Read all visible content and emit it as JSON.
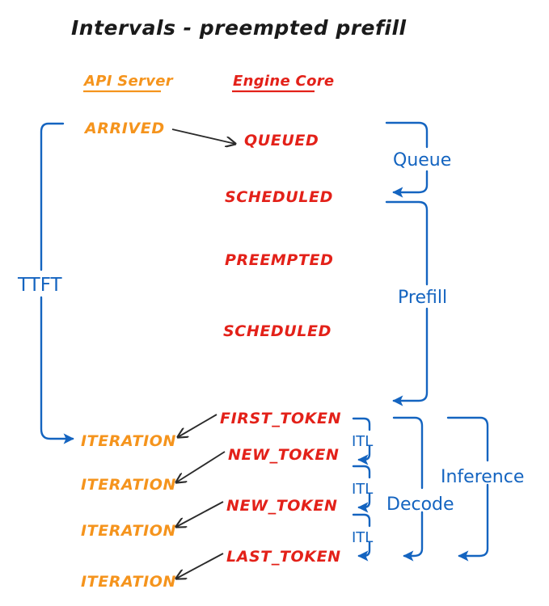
{
  "page": {
    "title": "Intervals - preempted prefill",
    "background": "#ffffff"
  },
  "colors": {
    "title": "#1a1a1a",
    "api_server": "#F5941D",
    "engine_core": "#E32119",
    "metric_blue": "#1464C0",
    "arrow_black": "#2b2b2b"
  },
  "columns": [
    {
      "label": "API Server",
      "color": "#F5941D"
    },
    {
      "label": "Engine Core",
      "color": "#E32119"
    }
  ],
  "api_events": [
    {
      "label": "ARRIVED"
    },
    {
      "label": "ITERATION"
    },
    {
      "label": "ITERATION"
    },
    {
      "label": "ITERATION"
    },
    {
      "label": "ITERATION"
    }
  ],
  "engine_events": [
    {
      "label": "QUEUED"
    },
    {
      "label": "SCHEDULED"
    },
    {
      "label": "PREEMPTED"
    },
    {
      "label": "SCHEDULED"
    },
    {
      "label": "FIRST_TOKEN"
    },
    {
      "label": "NEW_TOKEN"
    },
    {
      "label": "NEW_TOKEN"
    },
    {
      "label": "LAST_TOKEN"
    }
  ],
  "metrics": [
    {
      "label": "TTFT"
    },
    {
      "label": "Queue"
    },
    {
      "label": "Prefill"
    },
    {
      "label": "ITL"
    },
    {
      "label": "ITL"
    },
    {
      "label": "ITL"
    },
    {
      "label": "Decode"
    },
    {
      "label": "Inference"
    }
  ]
}
